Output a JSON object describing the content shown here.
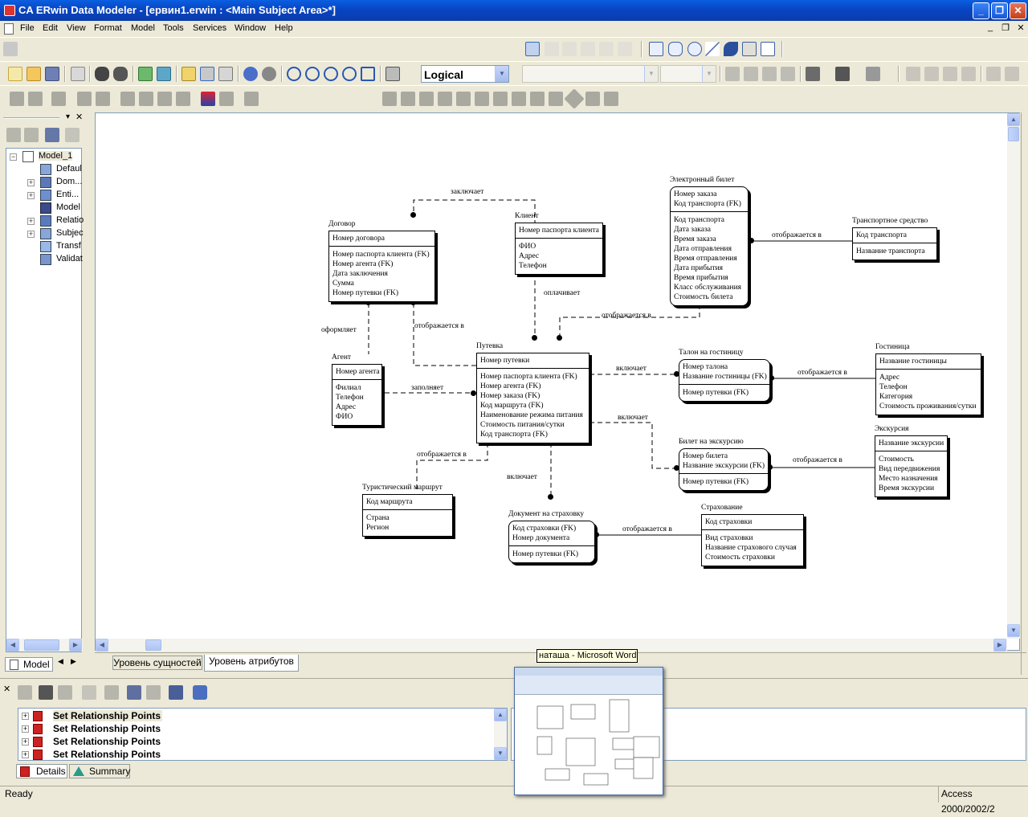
{
  "window": {
    "title": "CA ERwin Data Modeler - [ервин1.erwin : <Main Subject Area>*]",
    "minimize_glyph": "_",
    "restore_glyph": "❐",
    "close_glyph": "✕"
  },
  "menu": {
    "items": [
      "File",
      "Edit",
      "View",
      "Format",
      "Model",
      "Tools",
      "Services",
      "Window",
      "Help"
    ],
    "mdi_min": "_",
    "mdi_restore": "❐",
    "mdi_close": "✕"
  },
  "toolbar": {
    "view_combo_value": "Logical"
  },
  "explorer": {
    "tab_label": "Model",
    "tree": [
      {
        "label": "Model_1",
        "icon": "model-icon"
      },
      {
        "label": "Defaul",
        "icon": "subject-icon"
      },
      {
        "label": "Dom...",
        "icon": "domain-icon"
      },
      {
        "label": "Enti...",
        "icon": "entity-icon"
      },
      {
        "label": "Model",
        "icon": "model-sources-icon"
      },
      {
        "label": "Relatio",
        "icon": "relationship-icon"
      },
      {
        "label": "Subjec",
        "icon": "subject-area-icon"
      },
      {
        "label": "Transf",
        "icon": "transform-icon"
      },
      {
        "label": "Validat",
        "icon": "validation-icon"
      }
    ]
  },
  "diagram": {
    "entities": {
      "dogovor": {
        "name": "Договор",
        "pk": [
          "Номер договора"
        ],
        "attrs": [
          "Номер паспорта клиента (FK)",
          "Номер агента (FK)",
          "Дата заключения",
          "Сумма",
          "Номер путевки (FK)"
        ]
      },
      "klient": {
        "name": "Клиент",
        "pk": [
          "Номер паспорта клиента"
        ],
        "attrs": [
          "ФИО",
          "Адрес",
          "Телефон"
        ]
      },
      "ebilet": {
        "name": "Электронный билет",
        "pk": [
          "Номер заказа",
          "Код транспорта (FK)"
        ],
        "attrs": [
          "Код транспорта",
          "Дата заказа",
          "Время заказа",
          "Дата отправления",
          "Время отправления",
          "Дата прибытия",
          "Время прибытия",
          "Класс обслуживания",
          "Стоимость билета"
        ]
      },
      "transport": {
        "name": "Транспортное средство",
        "pk": [
          "Код транспорта"
        ],
        "attrs": [
          "Название транспорта"
        ]
      },
      "agent": {
        "name": "Агент",
        "pk": [
          "Номер агента"
        ],
        "attrs": [
          "Филиал",
          "Телефон",
          "Адрес",
          "ФИО"
        ]
      },
      "putevka": {
        "name": "Путевка",
        "pk": [
          "Номер путевки"
        ],
        "attrs": [
          "Номер паспорта клиента (FK)",
          "Номер агента (FK)",
          "Номер заказа (FK)",
          "Код маршрута (FK)",
          "Наименование режима питания",
          "Стоимость питания/сутки",
          "Код транспорта (FK)"
        ]
      },
      "talon": {
        "name": "Талон на гостиницу",
        "pk": [
          "Номер талона",
          "Название гостиницы (FK)"
        ],
        "attrs": [
          "Номер путевки (FK)"
        ]
      },
      "gostinica": {
        "name": "Гостиница",
        "pk": [
          "Название гостиницы"
        ],
        "attrs": [
          "Адрес",
          "Телефон",
          "Категория",
          "Стоимость проживания/сутки"
        ]
      },
      "bilet_ekskursiya": {
        "name": "Билет на экскурсию",
        "pk": [
          "Номер билета",
          "Название экскурсии (FK)"
        ],
        "attrs": [
          "Номер путевки (FK)"
        ]
      },
      "ekskursiya": {
        "name": "Экскурсия",
        "pk": [
          "Название экскурсии"
        ],
        "attrs": [
          "Стоимость",
          "Вид передвижения",
          "Место назначения",
          "Время экскурсии"
        ]
      },
      "marshrut": {
        "name": "Туристический маршрут",
        "pk": [
          "Код маршрута"
        ],
        "attrs": [
          "Страна",
          "Регион"
        ]
      },
      "dokument": {
        "name": "Документ на страховку",
        "pk": [
          "Код страховки (FK)",
          "Номер документа"
        ],
        "attrs": [
          "Номер путевки (FK)"
        ]
      },
      "strahovanie": {
        "name": "Страхование",
        "pk": [
          "Код страховки"
        ],
        "attrs": [
          "Вид страховки",
          "Название страхового случая",
          "Стоимость страховки"
        ]
      }
    },
    "relationships": {
      "zaklyuchaet": "заключает",
      "oplachivaet": "оплачивает",
      "otobr_transport": "отображается в",
      "otobr_ebilet": "отображается в",
      "oformlyaet": "оформляет",
      "otobr_dogovor": "отображается в",
      "zapolnyaet": "заполняет",
      "vklyuchaet_talon": "включает",
      "otobr_gostinica": "отображается в",
      "vklyuchaet_bilet": "включает",
      "otobr_ekskursiya": "отображается в",
      "otobr_marshrut": "отображается в",
      "vklyuchaet_dokument": "включает",
      "otobr_strahovanie": "отображается в"
    }
  },
  "diagram_tabs": [
    "Уровень сущностей",
    "Уровень атрибутов"
  ],
  "taskbar_popup": {
    "tooltip": "наташа - Microsoft Word"
  },
  "result_pane": {
    "items": [
      "Set Relationship Points",
      "Set Relationship Points",
      "Set Relationship Points",
      "Set Relationship Points"
    ],
    "tabs": [
      "Details",
      "Summary"
    ]
  },
  "statusbar": {
    "left": "Ready",
    "right": "Access 2000/2002/2"
  },
  "colors": {
    "titlebar": "#0a5fe0",
    "chrome": "#ece9d8",
    "entity_shadow": "#000000"
  }
}
